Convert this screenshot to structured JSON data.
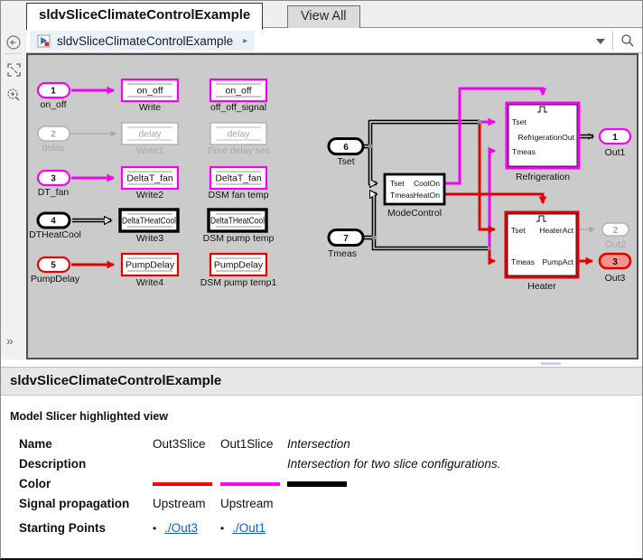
{
  "tabs": {
    "active": "sldvSliceClimateControlExample",
    "view_all": "View All"
  },
  "breadcrumb": {
    "model_name": "sldvSliceClimateControlExample"
  },
  "icons": {
    "breadcrumb_chevron": "▸",
    "double_chevron": "»",
    "bullet": "•"
  },
  "colors": {
    "out3_slice": "#E00000",
    "out1_slice": "#F400F4",
    "intersection": "#000000",
    "unhighlighted": "#A8A8A8",
    "out3_port_fill": "#F2948D",
    "link": "#0B62C4"
  },
  "canvas": {
    "inports": [
      {
        "num": "1",
        "label": "on_off"
      },
      {
        "num": "2",
        "label": "delay"
      },
      {
        "num": "3",
        "label": "DT_fan"
      },
      {
        "num": "4",
        "label": "DTHeatCool"
      },
      {
        "num": "5",
        "label": "PumpDelay"
      },
      {
        "num": "6",
        "label": "Tset"
      },
      {
        "num": "7",
        "label": "Tmeas"
      }
    ],
    "write_blocks": [
      {
        "text": "on_off",
        "label": "Write"
      },
      {
        "text": "delay",
        "label": "Write1"
      },
      {
        "text": "DeltaT_fan",
        "label": "Write2"
      },
      {
        "text": "DeltaTHeatCool",
        "label": "Write3"
      },
      {
        "text": "PumpDelay",
        "label": "Write4"
      }
    ],
    "dsm_blocks": [
      {
        "text": "on_off",
        "label": "off_off_signal"
      },
      {
        "text": "delay",
        "label": "Time delay sec"
      },
      {
        "text": "DeltaT_fan",
        "label": "DSM fan temp"
      },
      {
        "text": "DeltaTHeatCool",
        "label": "DSM pump temp"
      },
      {
        "text": "PumpDelay",
        "label": "DSM pump temp1"
      }
    ],
    "mode_control": {
      "label": "ModeControl",
      "in1": "Tset",
      "in2": "Tmeas",
      "out1": "CoolOn",
      "out2": "HeatOn"
    },
    "refrigeration": {
      "label": "Refrigeration",
      "in1": "Tset",
      "in2": "Tmeas",
      "out1": "RefrigerationOut"
    },
    "heater": {
      "label": "Heater",
      "in1": "Tset",
      "in2": "Tmeas",
      "out1": "HeaterAct",
      "out2": "PumpAct"
    },
    "outports": [
      {
        "num": "1",
        "label": "Out1"
      },
      {
        "num": "2",
        "label": "Out2"
      },
      {
        "num": "3",
        "label": "Out3"
      }
    ]
  },
  "panel": {
    "title": "sldvSliceClimateControlExample",
    "heading": "Model Slicer highlighted view",
    "row_labels": {
      "name": "Name",
      "description": "Description",
      "color": "Color",
      "signal_propagation": "Signal propagation",
      "starting_points": "Starting Points"
    },
    "columns": [
      {
        "name": "Out3Slice",
        "description": "",
        "color": "#FF0000",
        "signal_propagation": "Upstream",
        "starting_point": "./Out3"
      },
      {
        "name": "Out1Slice",
        "description": "",
        "color": "#FF00FF",
        "signal_propagation": "Upstream",
        "starting_point": "./Out1"
      },
      {
        "name": "Intersection",
        "description": "Intersection for two slice configurations.",
        "color": "#000000",
        "signal_propagation": "",
        "starting_point": ""
      }
    ]
  }
}
